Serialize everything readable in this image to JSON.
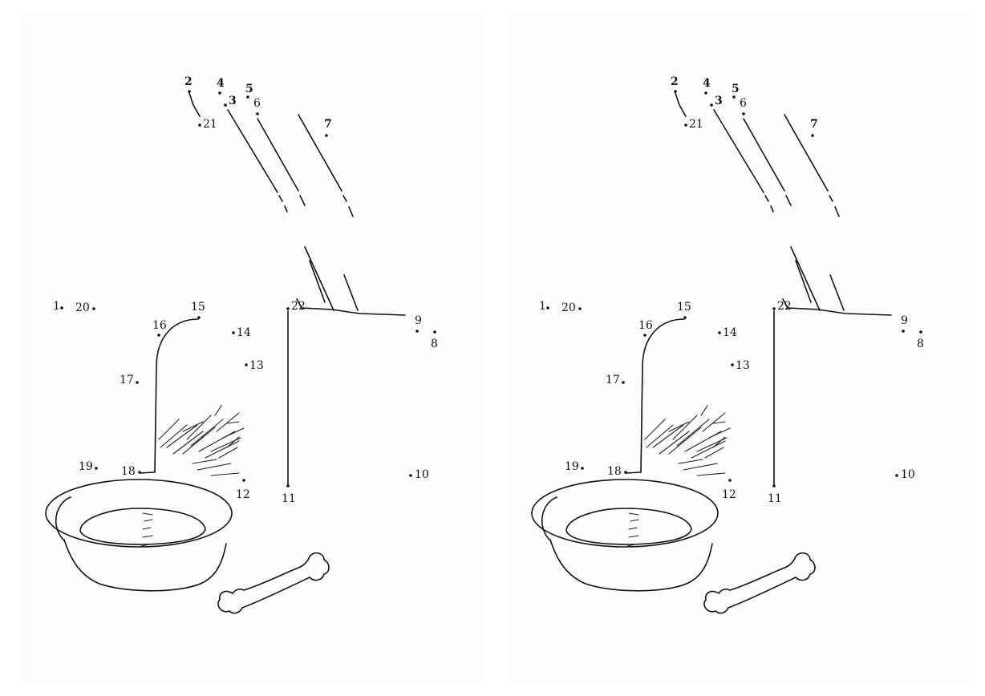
{
  "colors": {
    "ink": "#111111",
    "paper": "#fcfcfc",
    "background": "#ffffff"
  },
  "panels": [
    {
      "id": "left"
    },
    {
      "id": "right"
    }
  ],
  "points": [
    {
      "label": "1"
    },
    {
      "label": "2"
    },
    {
      "label": "3"
    },
    {
      "label": "4"
    },
    {
      "label": "5"
    },
    {
      "label": "6"
    },
    {
      "label": "7"
    },
    {
      "label": "8"
    },
    {
      "label": "9"
    },
    {
      "label": "10"
    },
    {
      "label": "11"
    },
    {
      "label": "12"
    },
    {
      "label": "13"
    },
    {
      "label": "14"
    },
    {
      "label": "15"
    },
    {
      "label": "16"
    },
    {
      "label": "17"
    },
    {
      "label": "18"
    },
    {
      "label": "19"
    },
    {
      "label": "20"
    },
    {
      "label": "21"
    },
    {
      "label": "22"
    }
  ]
}
